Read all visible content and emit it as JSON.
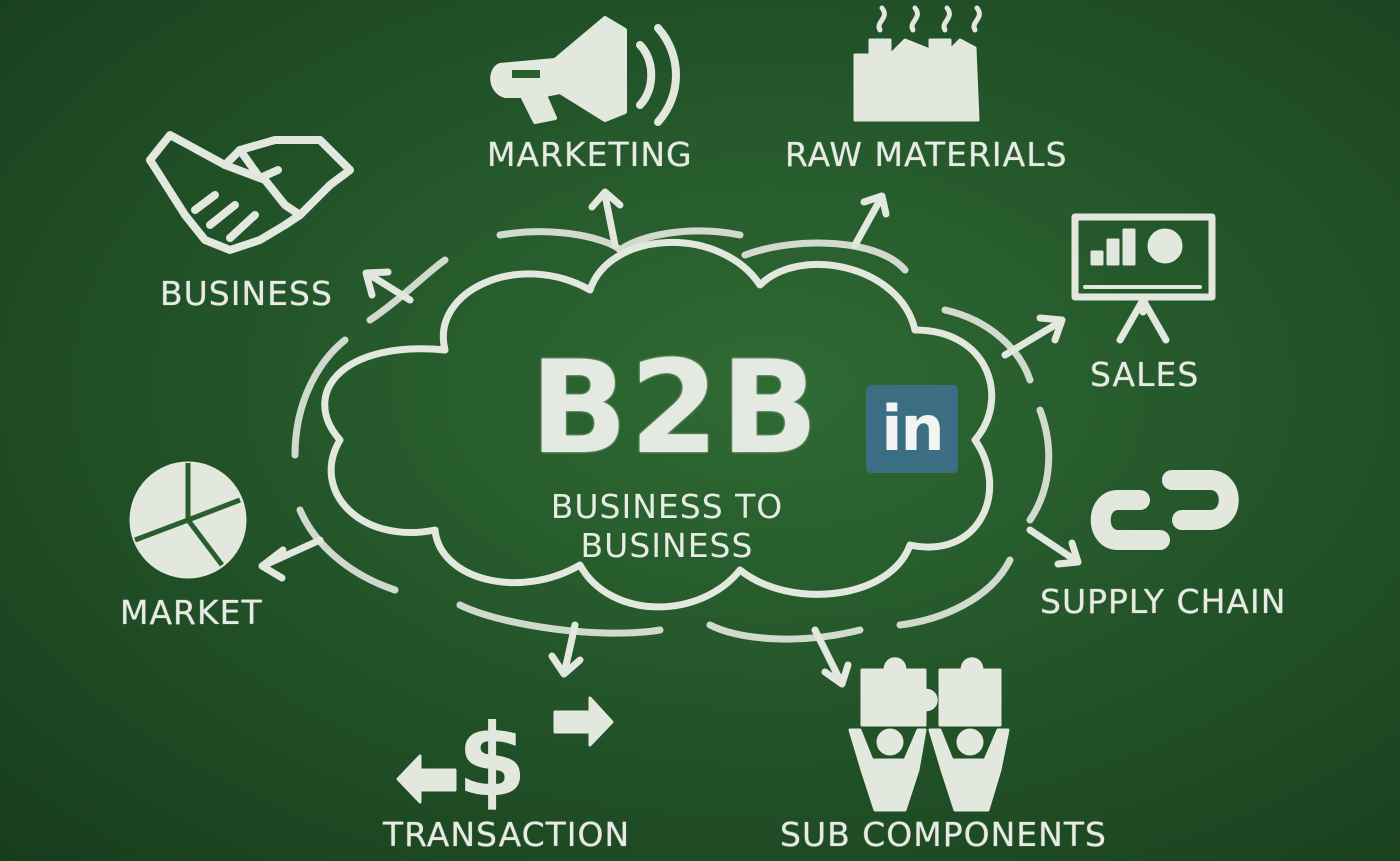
{
  "center": {
    "title": "B2B",
    "subtitle": "BUSINESS TO BUSINESS"
  },
  "badge": {
    "text": "in",
    "color": "#3b6e82"
  },
  "nodes": {
    "business": "BUSINESS",
    "marketing": "MARKETING",
    "raw_materials": "RAW MATERIALS",
    "sales": "SALES",
    "market": "MARKET",
    "supply_chain": "SUPPLY CHAIN",
    "transaction": "TRANSACTION",
    "sub_components": "SUB COMPONENTS"
  },
  "colors": {
    "chalkboard": "#24562a",
    "chalk": "#e6ebe3"
  },
  "icons": [
    "handshake-icon",
    "megaphone-icon",
    "factory-icon",
    "presentation-board-icon",
    "pie-chart-icon",
    "chain-link-icon",
    "dollar-exchange-icon",
    "puzzle-people-icon"
  ]
}
